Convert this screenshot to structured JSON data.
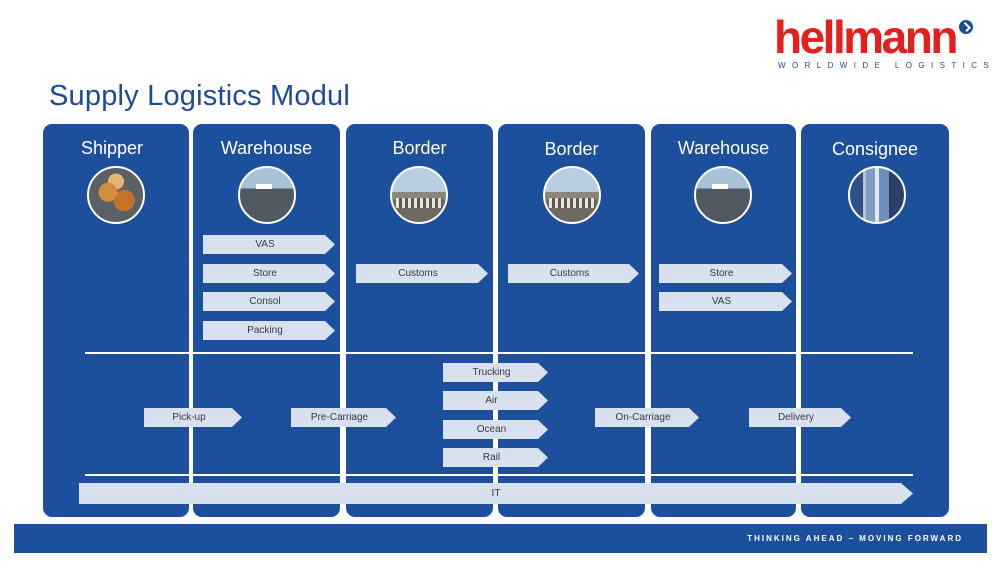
{
  "title": "Supply Logistics Modul",
  "logo": {
    "name": "hellmann",
    "tagline": "WORLDWIDE LOGISTICS",
    "color": "#e3201b",
    "mark_icon": "checkmark-circle-icon"
  },
  "columns": [
    {
      "label": "Shipper",
      "photo": "crates-photo"
    },
    {
      "label": "Warehouse",
      "photo": "warehouse-photo"
    },
    {
      "label": "Border",
      "photo": "border-yard-photo"
    },
    {
      "label": "Border",
      "photo": "border-yard-photo"
    },
    {
      "label": "Warehouse",
      "photo": "warehouse-photo"
    },
    {
      "label": "Consignee",
      "photo": "store-shelves-photo"
    }
  ],
  "services": {
    "vas_origin": "VAS",
    "store_origin": "Store",
    "customs_export": "Customs",
    "customs_import": "Customs",
    "store_destination": "Store",
    "consol": "Consol",
    "vas_destination": "VAS",
    "packing": "Packing"
  },
  "transport": {
    "pickup": "Pick-up",
    "pre_carriage": "Pre-Carriage",
    "trucking": "Trucking",
    "air": "Air",
    "ocean": "Ocean",
    "rail": "Rail",
    "on_carriage": "On-Carriage",
    "delivery": "Delivery"
  },
  "it": "IT",
  "footer": {
    "slogan": "THINKING AHEAD – MOVING FORWARD"
  },
  "colors": {
    "brand_blue": "#1c4f9c",
    "brand_red": "#e3201b",
    "arrow_fill": "#d9e1ee"
  }
}
